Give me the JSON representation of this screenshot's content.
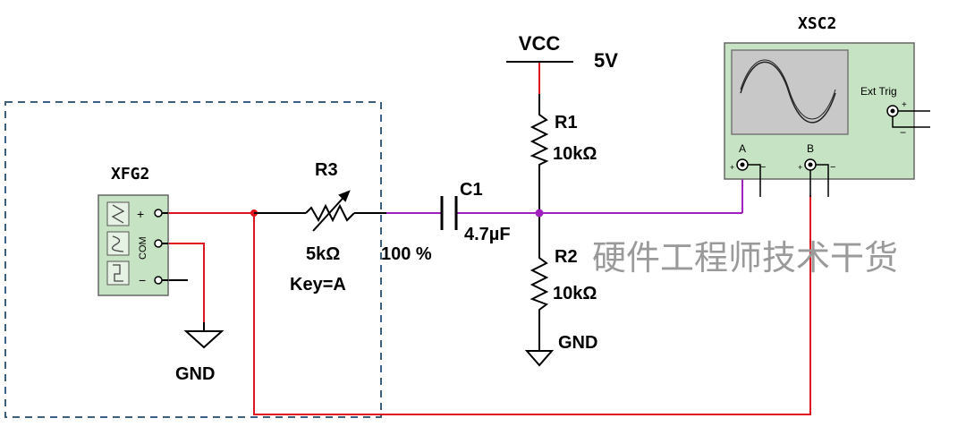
{
  "components": {
    "vcc": {
      "name": "VCC",
      "value": "5V"
    },
    "r1": {
      "name": "R1",
      "value": "10kΩ"
    },
    "r2": {
      "name": "R2",
      "value": "10kΩ"
    },
    "r3": {
      "name": "R3",
      "value": "5kΩ",
      "key": "Key=A",
      "percent": "100 %"
    },
    "c1": {
      "name": "C1",
      "value": "4.7µF"
    },
    "gnd_right": "GND",
    "gnd_left": "GND"
  },
  "function_generator": {
    "name": "XFG2",
    "plus": "+",
    "com": "COM",
    "minus": "−"
  },
  "oscilloscope": {
    "name": "XSC2",
    "ext_trig": "Ext Trig",
    "channel_a": "A",
    "channel_b": "B"
  },
  "watermark": "硬件工程师技术干货",
  "colors": {
    "wire_red": "#e0141e",
    "wire_purple": "#a020c0",
    "instrument_fill": "#c6e3c3",
    "screen_fill": "#c8c8c8",
    "dash_box": "#3d5f80"
  }
}
